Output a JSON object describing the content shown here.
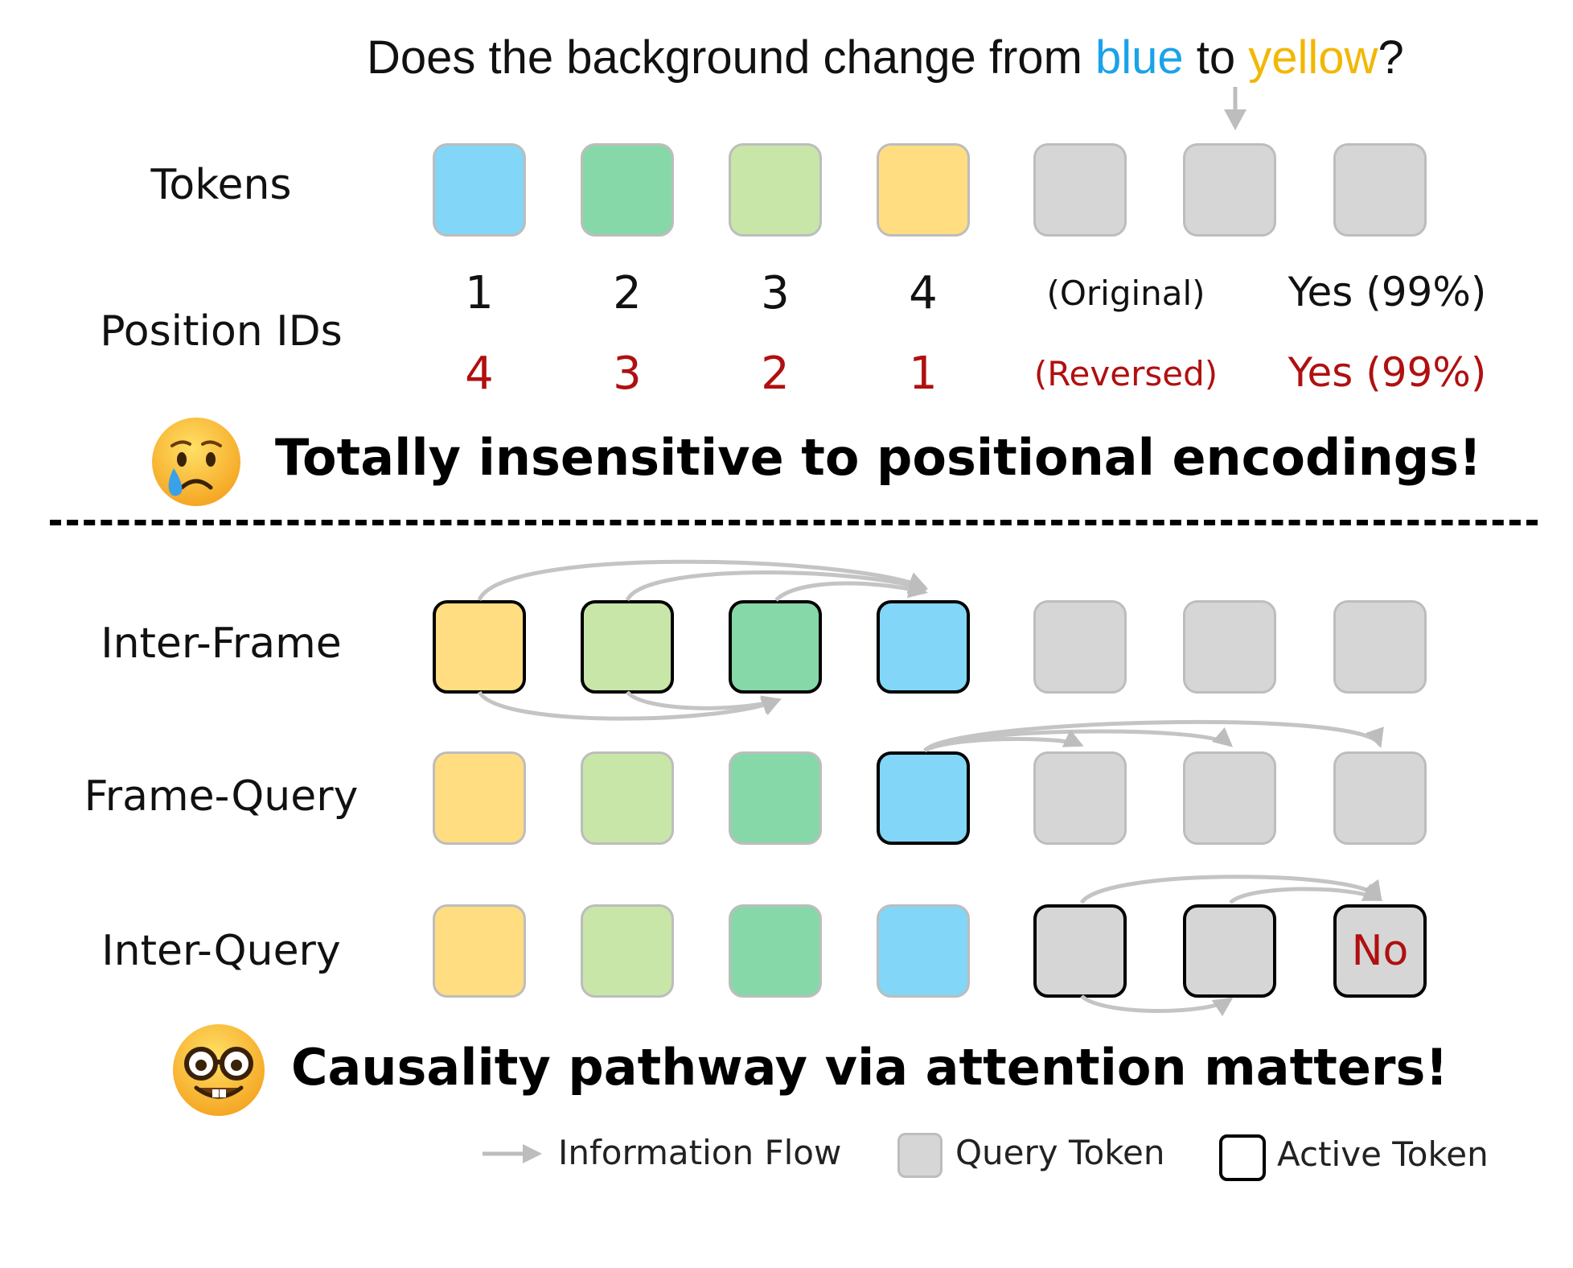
{
  "question": {
    "prefix": "Does the background change from ",
    "word1": "blue",
    "middle": " to ",
    "word2": "yellow",
    "suffix": "?"
  },
  "colors": {
    "blue": "#82d6f7",
    "green": "#86d8a8",
    "lightgreen": "#c8e6a8",
    "yellow": "#ffdd80",
    "gray": "#d6d6d6",
    "red": "#b01010",
    "word_blue": "#1aa3e8",
    "word_yellow": "#f2b705",
    "arrow": "#bdbdbd"
  },
  "top": {
    "tokens_label": "Tokens",
    "position_label": "Position IDs",
    "token_colors": [
      "blue",
      "green",
      "lightgreen",
      "yellow",
      "gray",
      "gray",
      "gray"
    ],
    "original_ids": [
      "1",
      "2",
      "3",
      "4"
    ],
    "original_tag": "(Original)",
    "original_answer": "Yes (99%)",
    "reversed_ids": [
      "4",
      "3",
      "2",
      "1"
    ],
    "reversed_tag": "(Reversed)",
    "reversed_answer": "Yes (99%)",
    "headline": "Totally insensitive to positional encodings!"
  },
  "bottom": {
    "rows": [
      {
        "label": "Inter-Frame",
        "colors": [
          "yellow",
          "lightgreen",
          "green",
          "blue",
          "gray",
          "gray",
          "gray"
        ],
        "active": [
          0,
          1,
          2,
          3
        ]
      },
      {
        "label": "Frame-Query",
        "colors": [
          "yellow",
          "lightgreen",
          "green",
          "blue",
          "gray",
          "gray",
          "gray"
        ],
        "active": [
          3
        ]
      },
      {
        "label": "Inter-Query",
        "colors": [
          "yellow",
          "lightgreen",
          "green",
          "blue",
          "gray",
          "gray",
          "gray"
        ],
        "active": [
          4,
          5,
          6
        ]
      }
    ],
    "answer": "No",
    "headline": "Causality pathway via attention matters!"
  },
  "legend": {
    "flow": "Information Flow",
    "query": "Query Token",
    "active": "Active Token"
  },
  "icons": {
    "sad": "crying-face-icon",
    "nerd": "nerd-face-icon"
  }
}
